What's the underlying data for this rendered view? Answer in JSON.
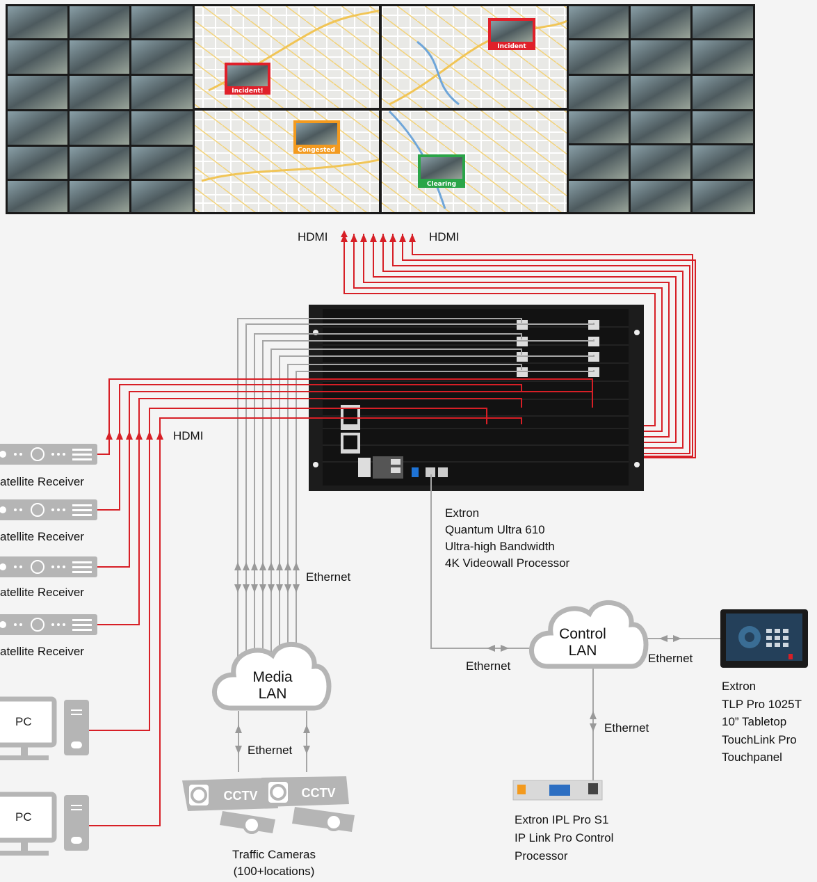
{
  "labels": {
    "hdmi_top_left": "HDMI",
    "hdmi_top_right": "HDMI",
    "hdmi_sources": "HDMI",
    "ethernet_media": "Ethernet",
    "ethernet_cameras": "Ethernet",
    "ethernet_processor": "Ethernet",
    "ethernet_touchpanel": "Ethernet",
    "ethernet_ipl": "Ethernet"
  },
  "clouds": {
    "media_lan": [
      "Media",
      "LAN"
    ],
    "control_lan": [
      "Control",
      "LAN"
    ]
  },
  "devices": {
    "processor": [
      "Extron",
      "Quantum Ultra 610",
      "Ultra-high Bandwidth",
      "4K Videowall Processor"
    ],
    "touchpanel": [
      "Extron",
      "TLP Pro 1025T",
      "10” Tabletop",
      "TouchLink Pro",
      "Touchpanel"
    ],
    "ipl": [
      "Extron IPL Pro S1",
      "IP Link Pro Control",
      "Processor"
    ],
    "cameras": [
      "Traffic Cameras",
      "(100+locations)"
    ]
  },
  "satellite_receivers": [
    "atellite Receiver",
    "atellite Receiver",
    "atellite Receiver",
    "atellite Receiver"
  ],
  "pcs": [
    "PC",
    "PC"
  ],
  "map_tags": [
    {
      "text": "Incident!",
      "color": "#e0202a"
    },
    {
      "text": "Incident",
      "color": "#e0202a"
    },
    {
      "text": "Congested",
      "color": "#f39a1e"
    },
    {
      "text": "Clearing",
      "color": "#2aa548"
    }
  ],
  "cctv_labels": [
    "CCTV",
    "CCTV"
  ],
  "colors": {
    "hdmi_cable": "#d71f26",
    "ethernet_cable": "#a6a6a6",
    "device_gray": "#b5b5b5",
    "processor_body": "#1c1c1c"
  }
}
